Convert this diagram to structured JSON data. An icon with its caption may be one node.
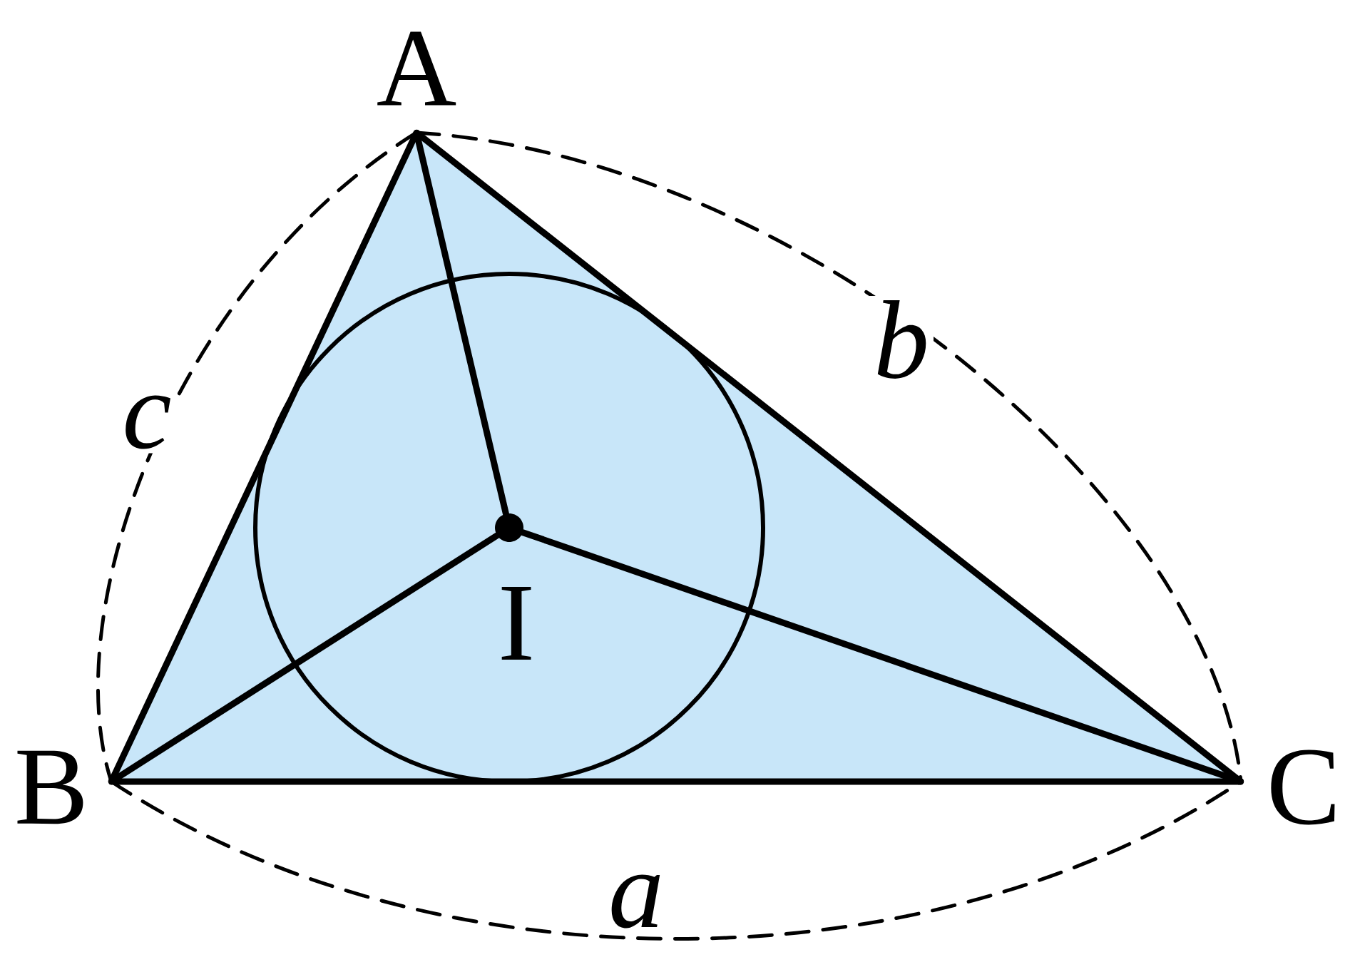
{
  "diagram": {
    "nodes": [
      {
        "text": [],
        "shape": "point",
        "beside": [
          "A"
        ]
      },
      {
        "text": [],
        "shape": "point",
        "beside": [
          "B"
        ]
      },
      {
        "text": [],
        "shape": "point",
        "beside": [
          "C"
        ]
      },
      {
        "text": [],
        "shape": "dot",
        "beside": [
          "I"
        ]
      }
    ],
    "edges": [
      {
        "from": 0,
        "to": 1,
        "arrow": "none"
      },
      {
        "from": 1,
        "to": 2,
        "arrow": "none"
      },
      {
        "from": 2,
        "to": 0,
        "arrow": "none"
      },
      {
        "from": 3,
        "to": 0,
        "arrow": "none"
      },
      {
        "from": 3,
        "to": 1,
        "arrow": "none"
      },
      {
        "from": 3,
        "to": 2,
        "arrow": "none"
      }
    ],
    "labels": [
      "*c*",
      "*b*",
      "*a*"
    ]
  }
}
